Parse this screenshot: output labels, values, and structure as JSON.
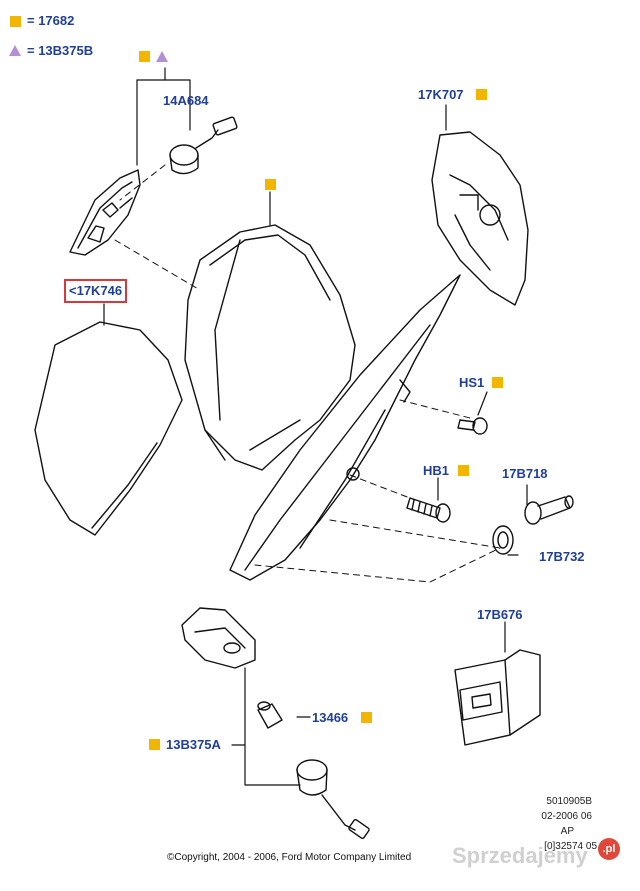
{
  "legend": [
    {
      "marker": "square",
      "text": "= 17682"
    },
    {
      "marker": "triangle",
      "text": "= 13B375B"
    }
  ],
  "labels": {
    "p14A684": "14A684",
    "p17K707": "17K707",
    "p17K746": "<17K746",
    "pHS1": "HS1",
    "pHB1": "HB1",
    "p17B718": "17B718",
    "p17B732": "17B732",
    "p17B676": "17B676",
    "p13466": "13466",
    "p13B375A": "13B375A"
  },
  "footer": {
    "code1": "5010905B",
    "code2": "02-2006 06",
    "code3": "AP",
    "code4": "[0]32574 05",
    "copyright": "©Copyright, 2004 - 2006, Ford Motor Company Limited"
  },
  "watermark": {
    "text": "Sprzedajemy",
    "badge": ".pl"
  },
  "colors": {
    "label": "#1f3f9a",
    "square_marker": "#f2b500",
    "triangle_marker": "#b58fd6",
    "highlight_box": "#d9383a"
  }
}
